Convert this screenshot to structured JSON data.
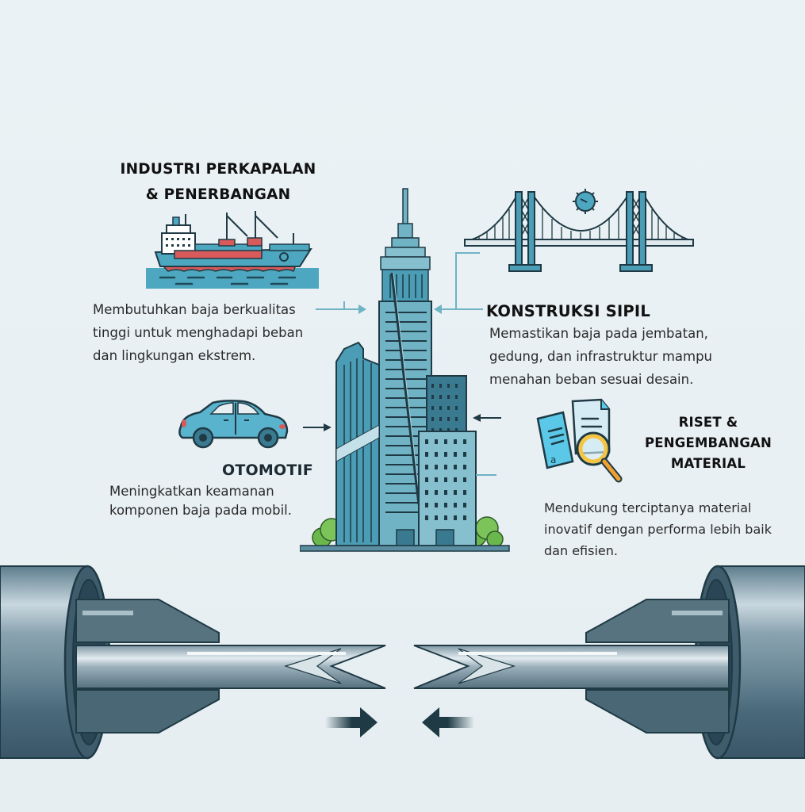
{
  "sections": {
    "shipping": {
      "title_line1": "INDUSTRI PERKAPALAN",
      "title_line2": "& PENERBANGAN",
      "desc_line1": "Membutuhkan baja berkualitas",
      "desc_line2": "tinggi untuk menghadapi beban",
      "desc_line3": "dan lingkungan ekstrem.",
      "icon": "cargo-ship-icon"
    },
    "civil": {
      "title": "KONSTRUKSI SIPIL",
      "desc_line1": "Memastikan baja pada jembatan,",
      "desc_line2": "gedung, dan infrastruktur mampu",
      "desc_line3": "menahan beban sesuai desain.",
      "icon": "suspension-bridge-icon"
    },
    "automotive": {
      "title": "OTOMOTIF",
      "desc_line1": "Meningkatkan keamanan",
      "desc_line2": "komponen baja pada mobil.",
      "icon": "car-icon"
    },
    "research": {
      "title_line1": "RISET &",
      "title_line2": "PENGEMBANGAN",
      "title_line3": "MATERIAL",
      "desc_line1": "Mendukung terciptanya material",
      "desc_line2": "inovatif dengan performa lebih baik",
      "desc_line3": "dan efisien.",
      "icon": "documents-magnifier-icon"
    }
  },
  "center_illustration": "skyscraper-buildings-icon",
  "bottom_illustration": {
    "left": "steel-specimen-grip-left-icon",
    "right": "steel-specimen-grip-right-icon",
    "arrows": [
      "arrow-right-icon",
      "arrow-left-icon"
    ]
  },
  "colors": {
    "background": "#e9f1f4",
    "teal": "#4a9db5",
    "dark_steel": "#264a5c",
    "connector": "#6fb3c4",
    "red": "#d85a5a"
  }
}
